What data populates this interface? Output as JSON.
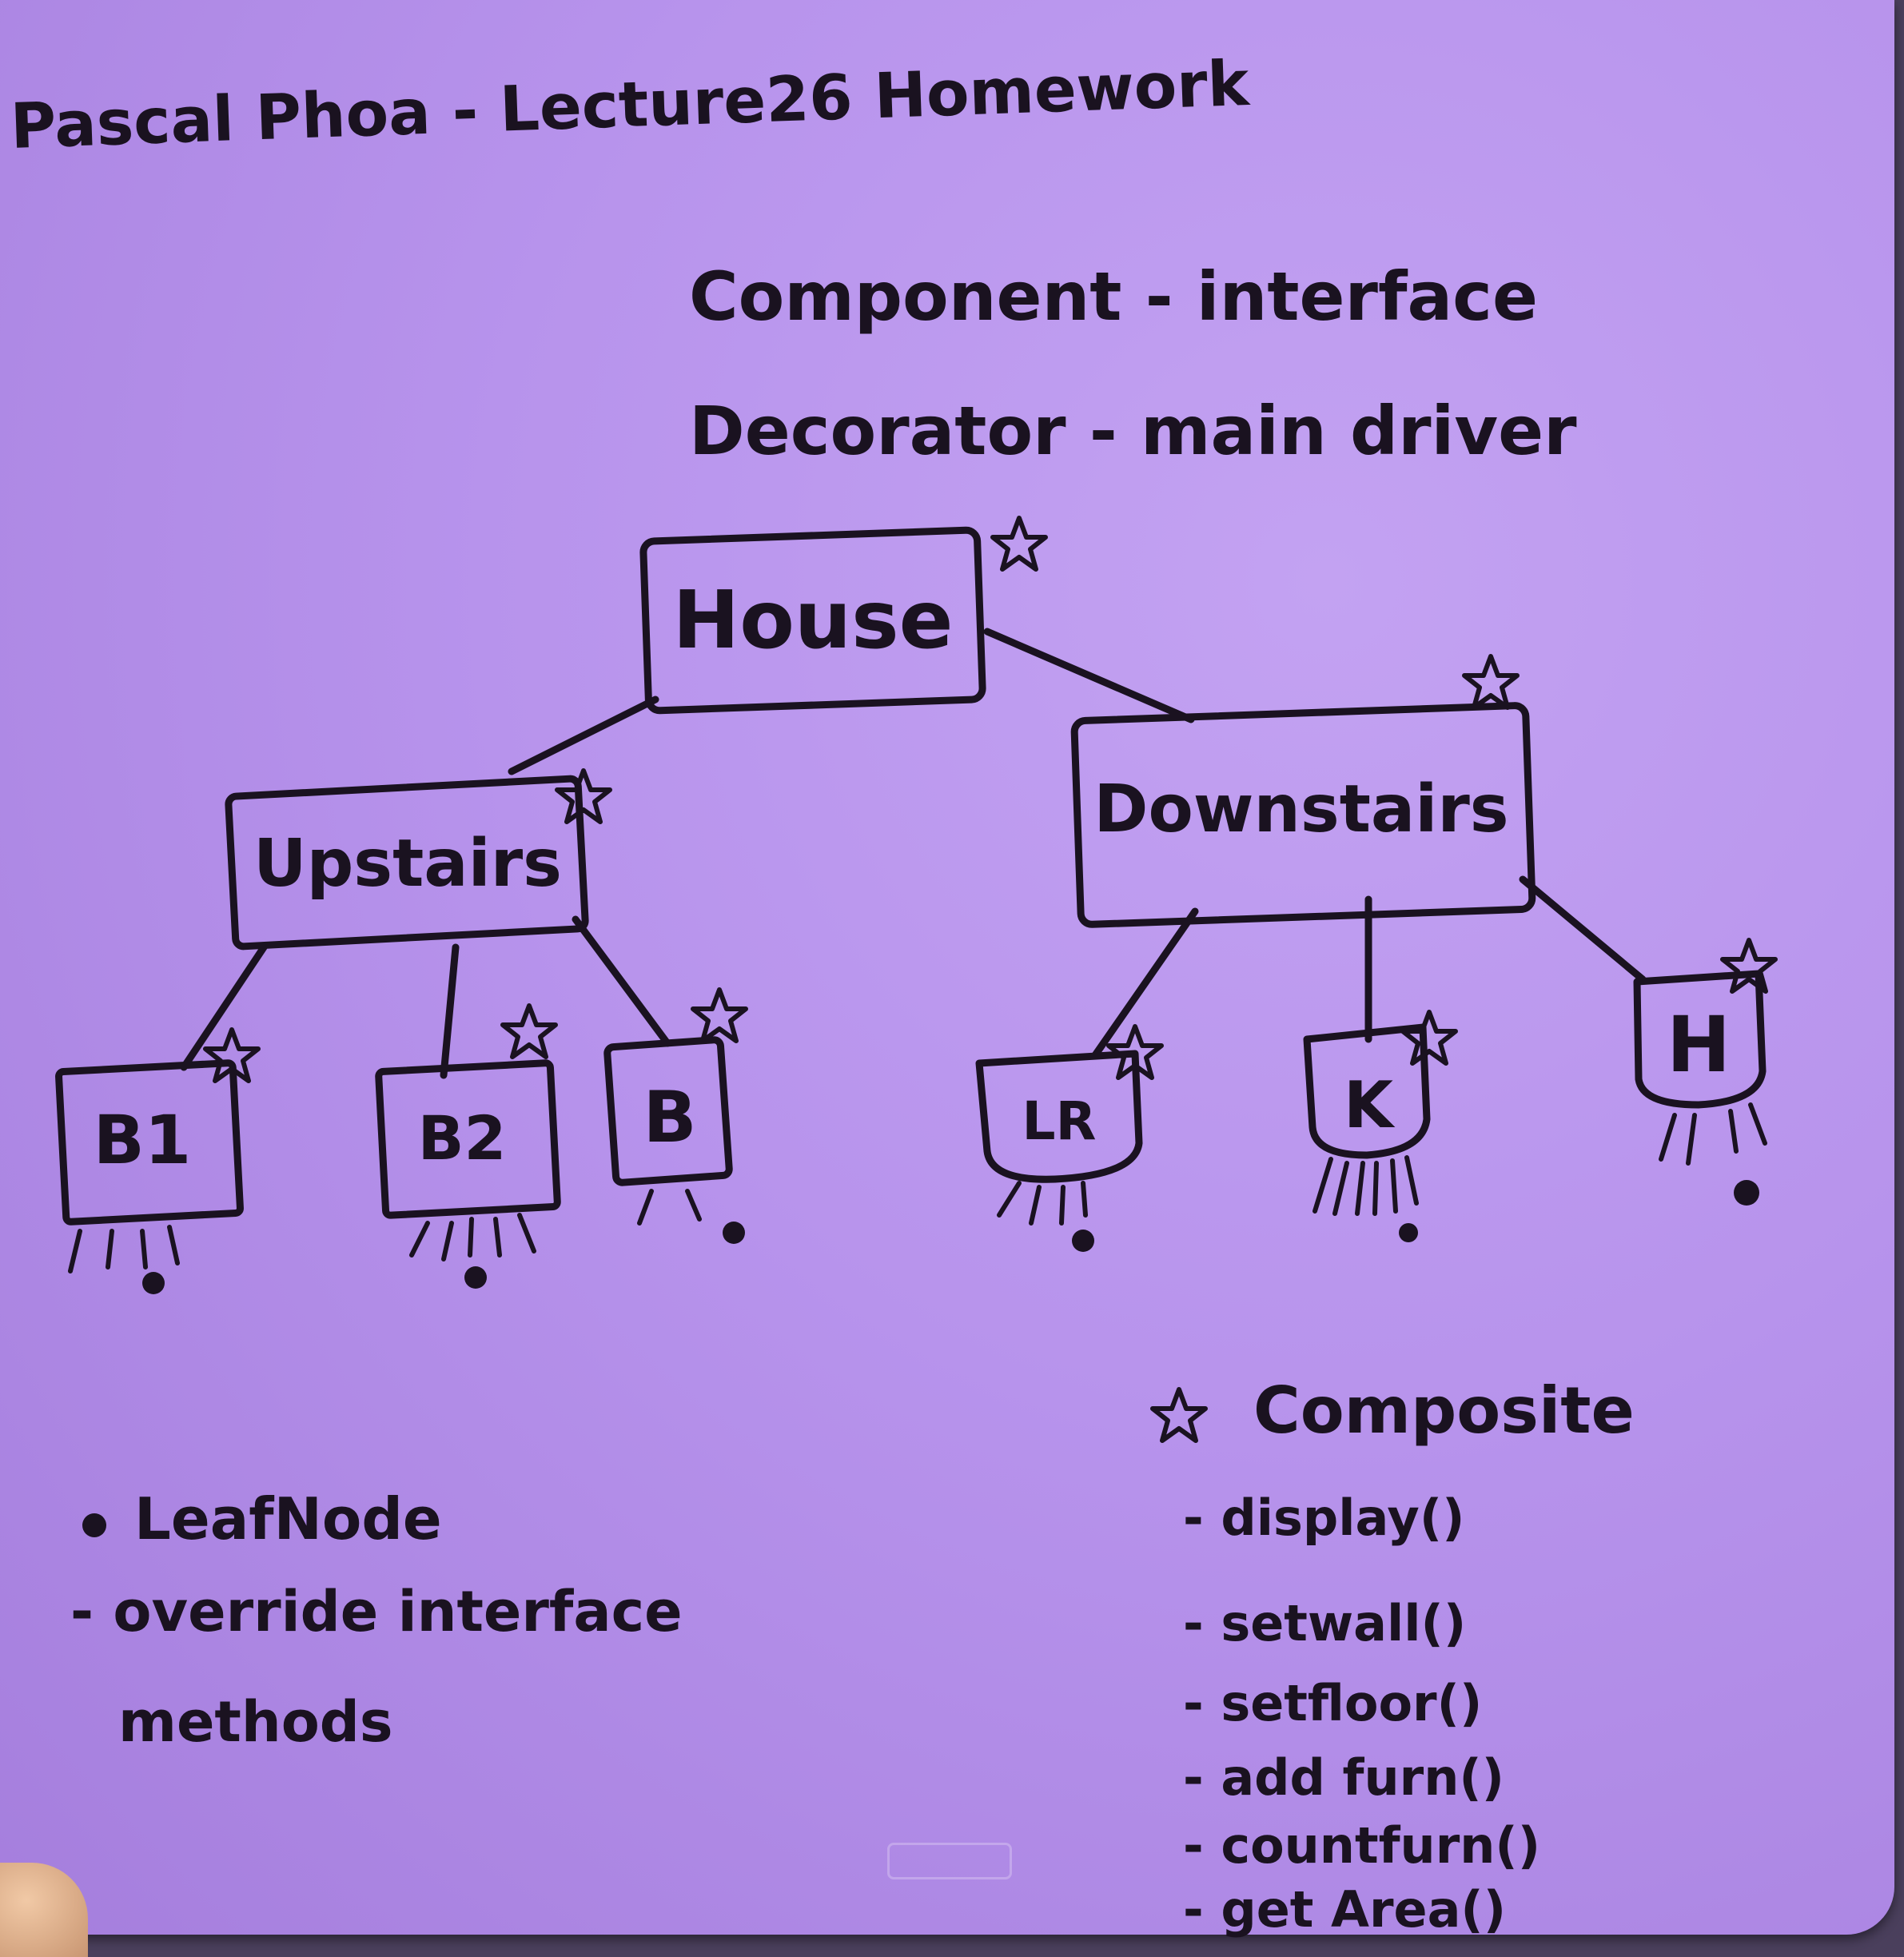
{
  "title": "Pascal Phoa - Lecture26 Homework",
  "notes": {
    "component": "Component - interface",
    "decorator": "Decorator - main driver"
  },
  "nodes": {
    "house": "House",
    "upstairs": "Upstairs",
    "downstairs": "Downstairs",
    "b1": "B1",
    "b2": "B2",
    "b": "B",
    "lr": "LR",
    "k": "K",
    "h": "H"
  },
  "legend_leaf": {
    "heading": "LeafNode",
    "line1": "- override interface",
    "line2": "methods"
  },
  "legend_composite": {
    "heading": "Composite",
    "methods": [
      "- display()",
      "- setwall()",
      "- setfloor()",
      "- add furn()",
      "- countfurn()",
      "- get Area()"
    ]
  },
  "ink_color": "#1a1220",
  "board_color": "#b793ec"
}
